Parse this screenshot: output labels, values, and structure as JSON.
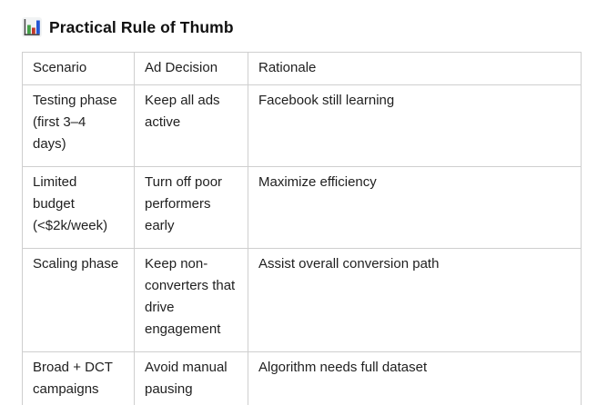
{
  "title": {
    "icon": "bar-chart-icon",
    "text": "Practical Rule of Thumb"
  },
  "icon": {
    "colors": {
      "background": "#f1f3f4",
      "axis": "#4a4a4a",
      "green": "#43a047",
      "red": "#c0392b",
      "blue": "#2456d4"
    }
  },
  "table": {
    "border_color": "#cfcfcf",
    "headers": {
      "scenario": "Scenario",
      "ad_decision": "Ad Decision",
      "rationale": "Rationale"
    },
    "rows": [
      {
        "scenario": "Testing phase (first 3–4 days)",
        "ad_decision": "Keep all ads active",
        "rationale": "Facebook still learning"
      },
      {
        "scenario": "Limited budget (<$2k/week)",
        "ad_decision": "Turn off poor performers early",
        "rationale": "Maximize efficiency"
      },
      {
        "scenario": "Scaling phase",
        "ad_decision": "Keep non-converters that drive engagement",
        "rationale": "Assist overall conversion path"
      },
      {
        "scenario": "Broad + DCT campaigns",
        "ad_decision": "Avoid manual pausing",
        "rationale": "Algorithm needs full dataset"
      }
    ]
  }
}
